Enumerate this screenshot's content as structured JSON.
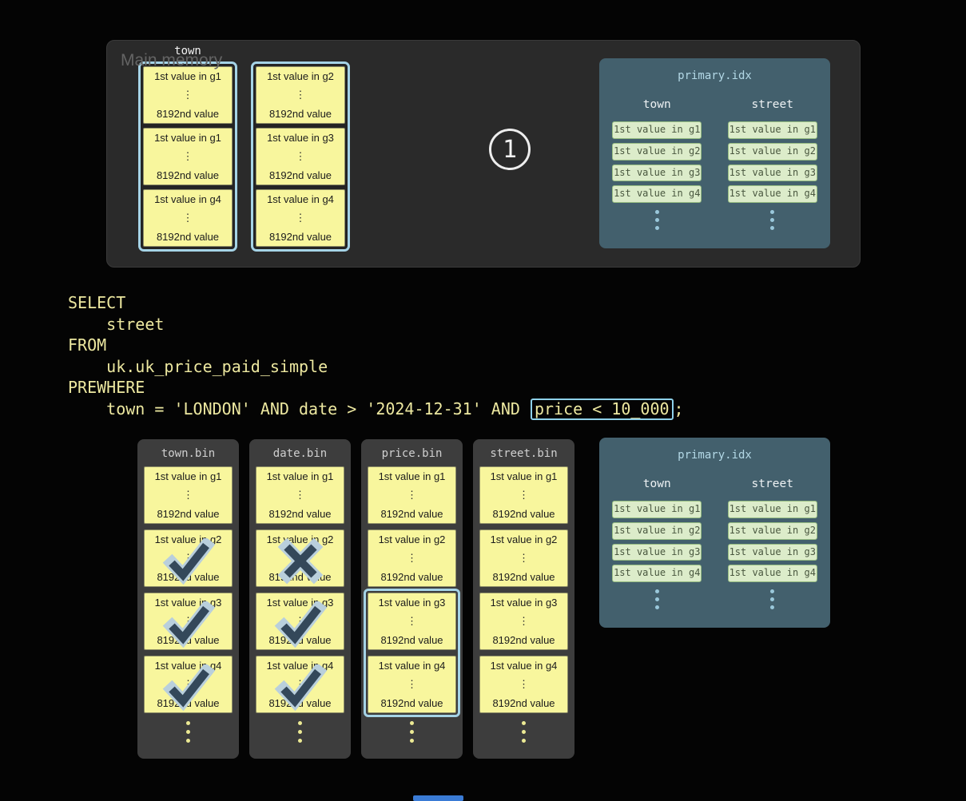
{
  "colors": {
    "background": "#040404",
    "memory_panel": "#2a2a2a",
    "bin_panel": "#3d3d3d",
    "granule_yellow": "#f8f69d",
    "accent_cyan": "#a5d3e6",
    "index_panel_slate": "#43606d",
    "index_entry_green": "#dcecca",
    "sql_text_yellow": "#ede8a0",
    "mark_dark": "#34485a",
    "mark_outline": "#b9cfdc",
    "progress_blue": "#3a7bd5"
  },
  "main_memory": {
    "label": "Main memory",
    "column_label": "town",
    "step_badge": "1",
    "stacks": [
      {
        "granules": [
          {
            "first": "1st value in g1",
            "dots": "⋮",
            "last": "8192nd value"
          },
          {
            "first": "1st value in g1",
            "dots": "⋮",
            "last": "8192nd value"
          },
          {
            "first": "1st value in g4",
            "dots": "⋮",
            "last": "8192nd value"
          }
        ]
      },
      {
        "granules": [
          {
            "first": "1st value in g2",
            "dots": "⋮",
            "last": "8192nd value"
          },
          {
            "first": "1st value in g3",
            "dots": "⋮",
            "last": "8192nd value"
          },
          {
            "first": "1st value in g4",
            "dots": "⋮",
            "last": "8192nd value"
          }
        ]
      }
    ]
  },
  "sql": {
    "line1": "SELECT",
    "line2": "    street",
    "line3": "FROM",
    "line4": "    uk.uk_price_paid_simple",
    "line5": "PREWHERE",
    "line6_prefix": "    town = 'LONDON' AND date > '2024-12-31' AND ",
    "line6_boxed": "price < 10_000",
    "line6_suffix": ";"
  },
  "bins": [
    {
      "name": "town.bin",
      "granules": [
        {
          "first": "1st value in g1",
          "dots": "⋮",
          "last": "8192nd value"
        },
        {
          "first": "1st value in g2",
          "dots": "⋮",
          "last": "8192nd value"
        },
        {
          "first": "1st value in g3",
          "dots": "⋮",
          "last": "8192nd value"
        },
        {
          "first": "1st value in g4",
          "dots": "⋮",
          "last": "8192nd value"
        }
      ],
      "marks": [
        null,
        "check",
        "check",
        "check"
      ]
    },
    {
      "name": "date.bin",
      "granules": [
        {
          "first": "1st value in g1",
          "dots": "⋮",
          "last": "8192nd value"
        },
        {
          "first": "1st value in g2",
          "dots": "⋮",
          "last": "8192nd value"
        },
        {
          "first": "1st value in g3",
          "dots": "⋮",
          "last": "8192nd value"
        },
        {
          "first": "1st value in g4",
          "dots": "⋮",
          "last": "8192nd value"
        }
      ],
      "marks": [
        null,
        "cross",
        "check",
        "check"
      ]
    },
    {
      "name": "price.bin",
      "granules": [
        {
          "first": "1st value in g1",
          "dots": "⋮",
          "last": "8192nd value"
        },
        {
          "first": "1st value in g2",
          "dots": "⋮",
          "last": "8192nd value"
        },
        {
          "first": "1st value in g3",
          "dots": "⋮",
          "last": "8192nd value"
        },
        {
          "first": "1st value in g4",
          "dots": "⋮",
          "last": "8192nd value"
        }
      ],
      "marks": [
        null,
        null,
        null,
        null
      ],
      "highlight": [
        2,
        3
      ]
    },
    {
      "name": "street.bin",
      "granules": [
        {
          "first": "1st value in g1",
          "dots": "⋮",
          "last": "8192nd value"
        },
        {
          "first": "1st value in g2",
          "dots": "⋮",
          "last": "8192nd value"
        },
        {
          "first": "1st value in g3",
          "dots": "⋮",
          "last": "8192nd value"
        },
        {
          "first": "1st value in g4",
          "dots": "⋮",
          "last": "8192nd value"
        }
      ],
      "marks": [
        null,
        null,
        null,
        null
      ]
    }
  ],
  "primary_idx": {
    "title": "primary.idx",
    "columns": [
      {
        "header": "town",
        "entries": [
          "1st value in g1",
          "1st value in g2",
          "1st value in g3",
          "1st value in g4"
        ]
      },
      {
        "header": "street",
        "entries": [
          "1st value in g1",
          "1st value in g2",
          "1st value in g3",
          "1st value in g4"
        ]
      }
    ]
  }
}
